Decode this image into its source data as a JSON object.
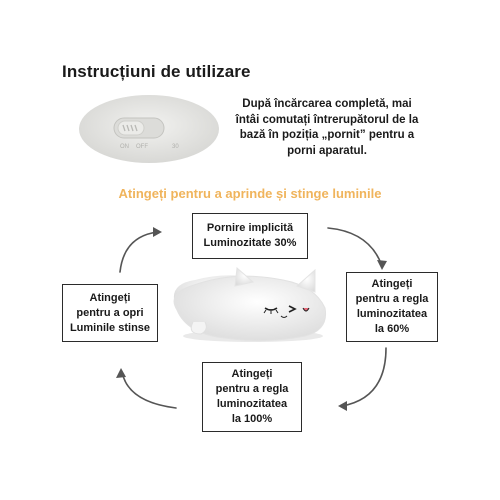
{
  "title": "Instrucțiuni de utilizare",
  "description": "După încărcarea completă, mai întâi comutați întrerupătorul de la bază în poziția „pornit” pentru a porni aparatul.",
  "switch_labels": {
    "on": "ON",
    "off": "OFF",
    "timer": "30"
  },
  "subtitle": "Atingeți pentru a aprinde și stinge luminile",
  "steps": {
    "top": "Pornire implicită\nLuminozitate 30%",
    "right": "Atingeți\npentru a regla\nluminozitatea\nla 60%",
    "bottom": "Atingeți\npentru a regla\nluminozitatea\nla 100%",
    "left": "Atingeți\npentru a opri\nLuminile stinse"
  },
  "colors": {
    "subtitle": "#f0b45c",
    "arrow": "#555555",
    "box_border": "#2b2b2b"
  }
}
